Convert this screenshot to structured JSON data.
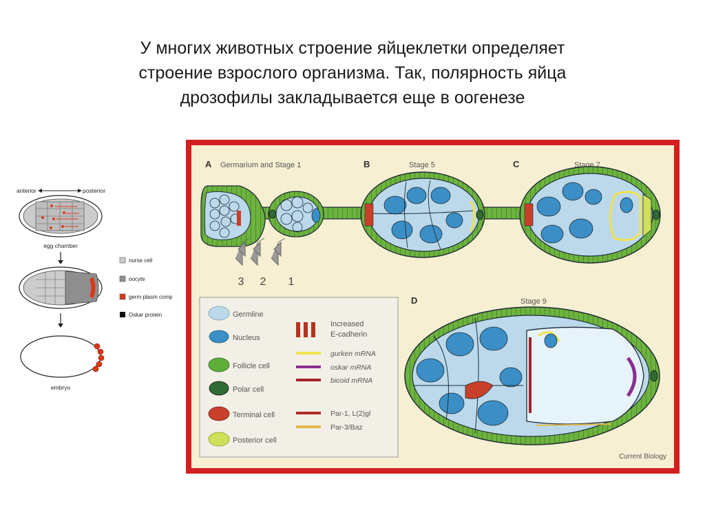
{
  "title": {
    "lines": [
      "У многих животных строение яйцеклетки определяет",
      "строение взрослого организма. Так, полярность яйца",
      "дрозофилы закладывается еще в оогенезе"
    ]
  },
  "left_figure": {
    "axis_anterior": "anterior",
    "axis_posterior": "posterior",
    "egg_chamber_label": "egg chamber",
    "embryo_label": "embryo",
    "legend": [
      {
        "label": "nurse cell",
        "color": "#cccccc"
      },
      {
        "label": "oocyte",
        "color": "#8f8f8f"
      },
      {
        "label": "germ plasm comp",
        "color": "#d9391a"
      },
      {
        "label": "Oskar protein",
        "color": "#111111"
      }
    ]
  },
  "main_figure": {
    "panels": [
      {
        "letter": "A",
        "title": "Germarium and Stage 1"
      },
      {
        "letter": "B",
        "title": "Stage 5"
      },
      {
        "letter": "C",
        "title": "Stage 7"
      },
      {
        "letter": "D",
        "title": "Stage 9"
      }
    ],
    "region_numbers": [
      "3",
      "2",
      "1"
    ],
    "legend_cells": [
      {
        "label": "Germline",
        "color": "#bcd9ec"
      },
      {
        "label": "Nucleus",
        "color": "#3b8fc6"
      },
      {
        "label": "Follicle cell",
        "color": "#5fae3a"
      },
      {
        "label": "Polar cell",
        "color": "#2f6b32"
      },
      {
        "label": "Terminal cell",
        "color": "#c9402a"
      },
      {
        "label": "Posterior cell",
        "color": "#cfe05a"
      }
    ],
    "legend_markers": [
      {
        "label_line1": "Increased",
        "label_line2": "E-cadherin",
        "color": "#b8321f"
      },
      {
        "label": "gurken mRNA",
        "color": "#f2e34a"
      },
      {
        "label": "oskar mRNA",
        "color": "#8a2f8f"
      },
      {
        "label": "bicoid mRNA",
        "color": "#a4212b"
      },
      {
        "label": "Par-1, L(2)gl",
        "color": "#b22a2a"
      },
      {
        "label": "Par-3/Baz",
        "color": "#e3b84a"
      }
    ],
    "credit": "Current Biology",
    "colors": {
      "frame": "#d21f1f",
      "background": "#f6efd2",
      "follicle": "#6db33f",
      "germline": "#bcd9ec",
      "nucleus": "#3b8fc6",
      "outline": "#1d2b33"
    }
  }
}
